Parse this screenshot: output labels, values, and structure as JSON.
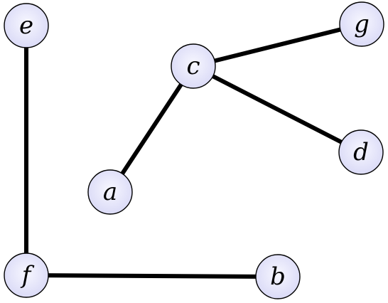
{
  "diagram": {
    "node_color": "#e6e6fa",
    "edge_color": "#000000",
    "nodes": [
      {
        "id": "e",
        "label": "e"
      },
      {
        "id": "g",
        "label": "g"
      },
      {
        "id": "c",
        "label": "c"
      },
      {
        "id": "d",
        "label": "d"
      },
      {
        "id": "a",
        "label": "a"
      },
      {
        "id": "f",
        "label": "f"
      },
      {
        "id": "b",
        "label": "b"
      }
    ],
    "edges": [
      {
        "from": "e",
        "to": "f"
      },
      {
        "from": "c",
        "to": "g"
      },
      {
        "from": "c",
        "to": "d"
      },
      {
        "from": "c",
        "to": "a"
      },
      {
        "from": "f",
        "to": "b"
      }
    ]
  }
}
